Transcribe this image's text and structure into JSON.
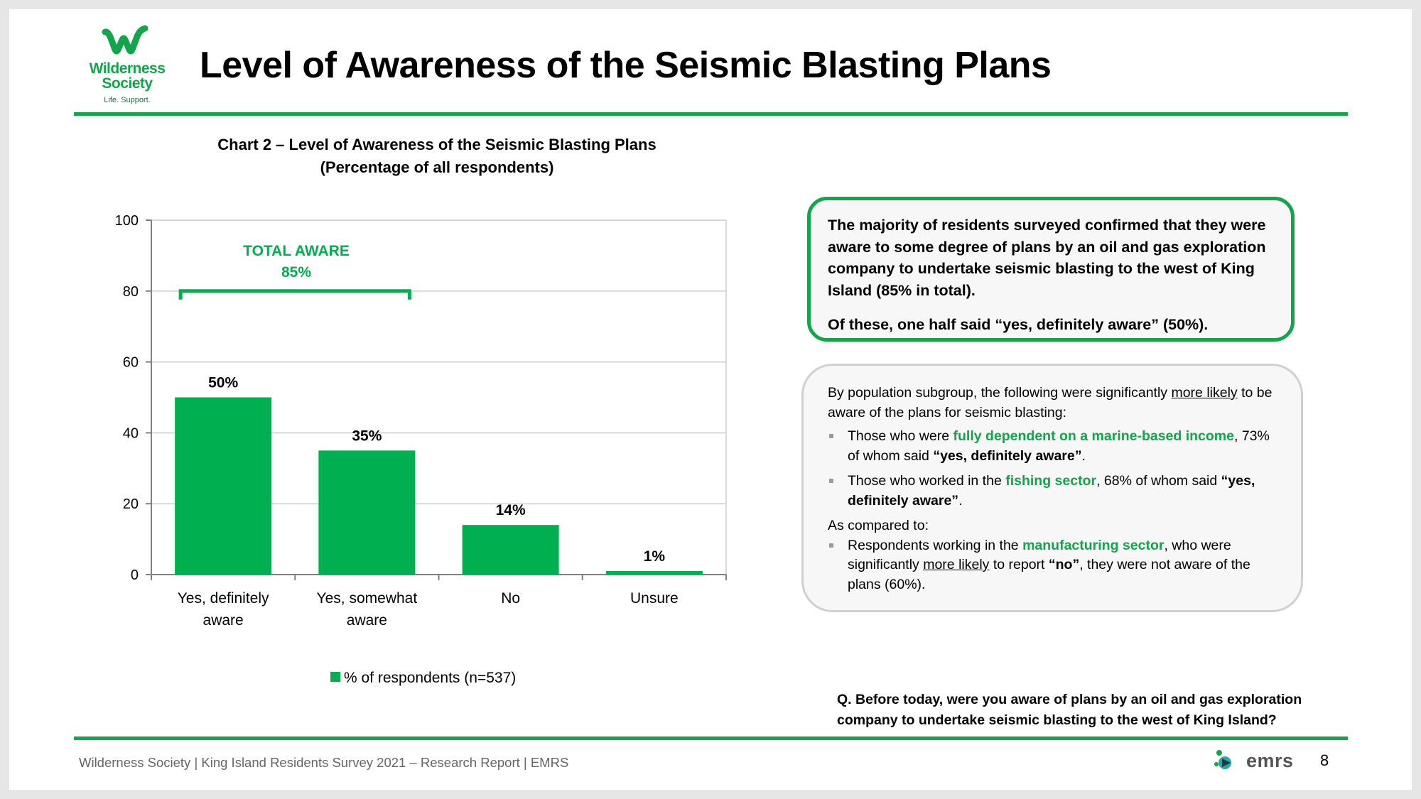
{
  "header": {
    "logo_name": "Wilderness Society",
    "logo_tagline": "Life. Support.",
    "title": "Level of Awareness of the Seismic Blasting Plans"
  },
  "chart_data": {
    "type": "bar",
    "title": "Chart 2 – Level of Awareness of the Seismic Blasting Plans",
    "subtitle": "(Percentage of all respondents)",
    "categories": [
      [
        "Yes, definitely",
        "aware"
      ],
      [
        "Yes, somewhat",
        "aware"
      ],
      [
        "No"
      ],
      [
        "Unsure"
      ]
    ],
    "series": [
      {
        "name": "% of respondents (n=537)",
        "values": [
          50,
          35,
          14,
          1
        ],
        "labels": [
          "50%",
          "35%",
          "14%",
          "1%"
        ],
        "color": "#00b050"
      }
    ],
    "ylim": [
      0,
      100
    ],
    "yticks": [
      0,
      20,
      40,
      60,
      80,
      100
    ],
    "grid": true,
    "legend_position": "bottom",
    "annotation": {
      "label": "TOTAL AWARE",
      "value": "85%",
      "spans_categories": [
        0,
        1
      ],
      "color": "#00b050"
    }
  },
  "callout_main": {
    "paragraph1": "The majority of residents surveyed confirmed that they were aware to some degree of plans by an oil and gas exploration company to undertake seismic blasting to the west of King Island (85% in total).",
    "paragraph2": "Of these, one half said “yes, definitely aware” (50%)."
  },
  "callout_detail": {
    "intro_prefix": "By population subgroup, the following were significantly ",
    "intro_underline": "more likely",
    "intro_suffix": " to be aware of the plans for seismic blasting:",
    "bullet1": {
      "prefix": "Those who were ",
      "highlight": "fully dependent on a marine-based income",
      "middle": ", 73% of whom said ",
      "bold": "“yes, definitely aware”",
      "suffix": "."
    },
    "bullet2": {
      "prefix": "Those who worked in the ",
      "highlight": "fishing sector",
      "middle": ", 68% of whom said ",
      "bold": "“yes, definitely aware”",
      "suffix": "."
    },
    "compared": "As compared to:",
    "bullet3": {
      "prefix": "Respondents working in the ",
      "highlight": "manufacturing sector",
      "middle": ", who were significantly ",
      "underline": "more likely",
      "middle2": " to report ",
      "bold": "“no”",
      "suffix": ", they were not aware of the plans (60%)."
    }
  },
  "question": "Q. Before today, were you aware of plans by an oil and gas exploration company to undertake seismic blasting to the west of King Island?",
  "footer": {
    "text": "Wilderness Society | King Island Residents Survey 2021 – Research Report | EMRS",
    "brand": "emrs",
    "page_number": "8"
  },
  "colors": {
    "accent": "#12a54a",
    "bar": "#00b050"
  }
}
